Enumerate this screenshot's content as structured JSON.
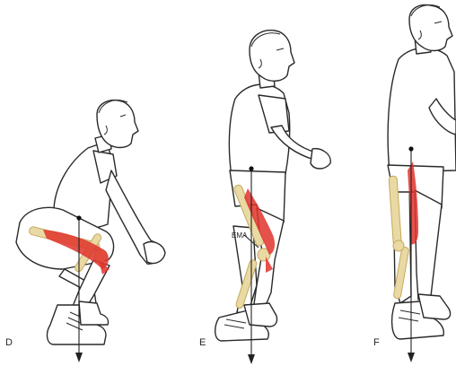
{
  "panels": [
    {
      "label": "D"
    },
    {
      "label": "E",
      "annotation": "EMA"
    },
    {
      "label": "F"
    }
  ],
  "colors": {
    "muscle": "#e0332c",
    "bone": "#e9d9a4",
    "outline": "#2a2a2a"
  }
}
